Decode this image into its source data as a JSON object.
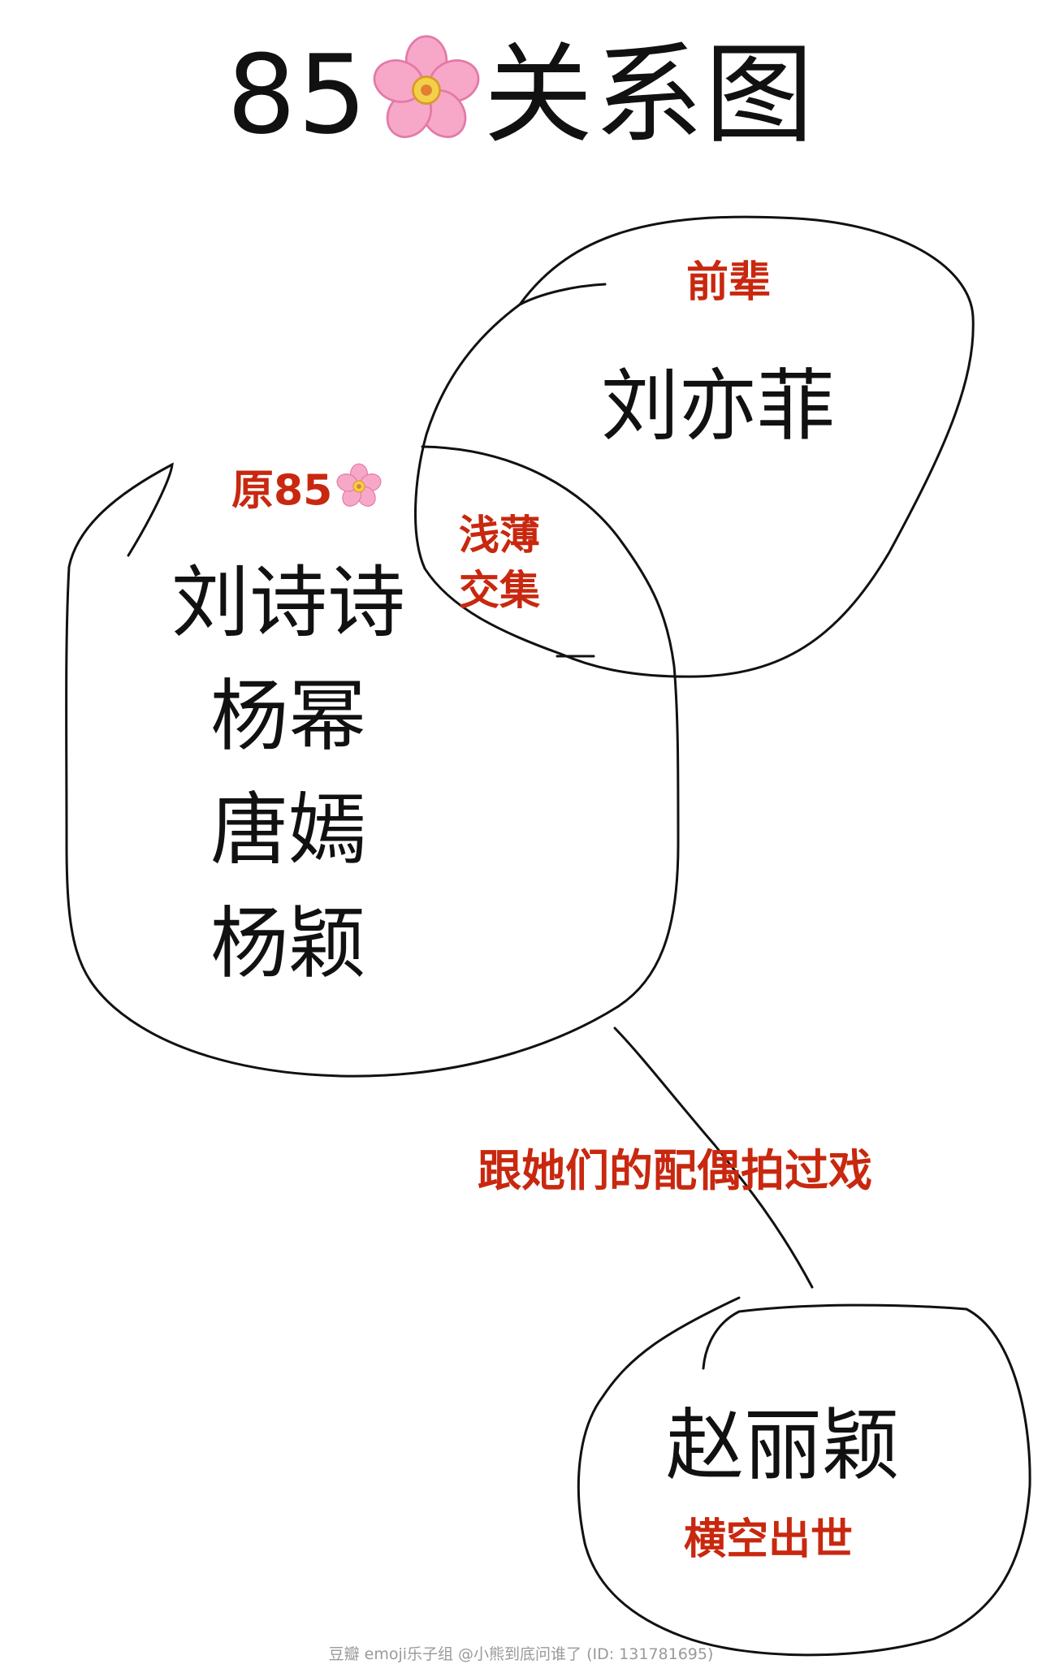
{
  "title": {
    "number": "85",
    "emoji": "cherry-blossom",
    "text": "关系图"
  },
  "groups": {
    "senior": {
      "label": "前辈",
      "names": [
        "刘亦菲"
      ]
    },
    "original": {
      "label": "原85",
      "label_emoji": "cherry-blossom",
      "names": [
        "刘诗诗",
        "杨幂",
        "唐嫣",
        "杨颖"
      ]
    },
    "overlap": {
      "line1": "浅薄",
      "line2": "交集"
    },
    "rising": {
      "names": [
        "赵丽颖"
      ],
      "label": "横空出世"
    }
  },
  "connector_label": "跟她们的配偶拍过戏",
  "watermark": "豆瓣  emoji乐子组 @小熊到底问谁了 (ID: 131781695)",
  "colors": {
    "ink": "#111111",
    "accent_red": "#c8280f",
    "background": "#ffffff",
    "watermark": "#9a9a9a"
  }
}
